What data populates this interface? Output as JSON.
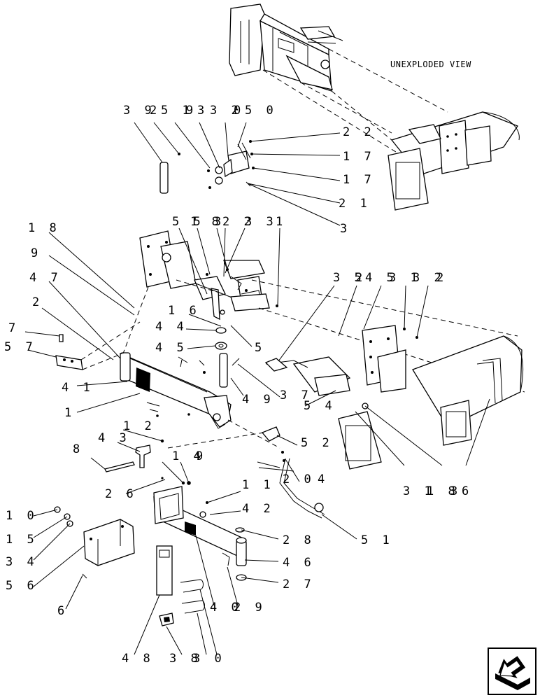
{
  "view_title": "UNEXPLODED VIEW",
  "callouts": {
    "c39": "3 9",
    "c2a": "2",
    "c51a": "5 1",
    "c9a": "9",
    "c3a": "3",
    "c32a": "3 2",
    "c0a": "0",
    "c50": "5 0",
    "c22a": "2 2",
    "c17a": "1 7",
    "c17b": "1 7",
    "c21": "2 1",
    "c3b": "3",
    "c18a": "1 8",
    "c9b": "9",
    "c47": "4 7",
    "c2b": "2",
    "c7": "7",
    "c57": "5 7",
    "c41": "4 1",
    "c1a": "1",
    "c55": "5 5",
    "c18b": "1 8",
    "c3c": "3",
    "c22b": "2 2",
    "c33": "3 3",
    "c1b": "1",
    "c16": "1 6",
    "c44": "4 4",
    "c45a": "4 5",
    "c5": "5",
    "c49a": "4 9",
    "c37": "3 7",
    "c54": "5 4",
    "c35": "3 5",
    "c2c": "2",
    "c45b": "4 5",
    "c31a": "3 1",
    "c32b": "3 2",
    "c2d": "2",
    "c31b": "3 1",
    "c18c": "1 8",
    "c3d": "3",
    "c6a": "6",
    "c12": "1 2",
    "c43": "4 3",
    "c8": "8",
    "c14": "1 4",
    "c9c": "9",
    "c52": "5 2",
    "c20": "2 0",
    "c4": "4",
    "c26": "2 6",
    "c11": "1 1",
    "c42": "4 2",
    "c10": "1 0",
    "c15": "1 5",
    "c34": "3 4",
    "c56": "5 6",
    "c28": "2 8",
    "c51b": "5 1",
    "c46": "4 6",
    "c27": "2 7",
    "c6b": "6",
    "c40": "4 0",
    "c29": "2 9",
    "c48": "4 8",
    "c38": "3 8",
    "c30": "3 0"
  }
}
